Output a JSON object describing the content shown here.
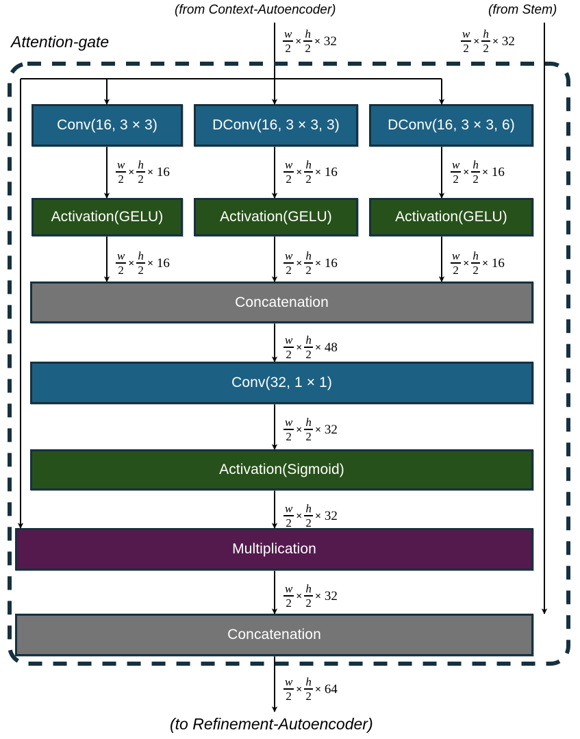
{
  "diagram": {
    "title": "Attention-gate",
    "inputs": [
      {
        "label": "(from Context-Autoencoder)"
      },
      {
        "label": "(from Stem)"
      }
    ],
    "output": {
      "label": "(to Refinement-Autoencoder)"
    },
    "colors": {
      "blue": "#1c6183",
      "green": "#27511a",
      "gray": "#757575",
      "purple": "#541a4d",
      "border": "#16313f",
      "arrow": "#000000"
    },
    "nodes": [
      {
        "id": "conv1",
        "label": "Conv(16, 3 × 3)",
        "color": "blue"
      },
      {
        "id": "dconv3",
        "label": "DConv(16, 3 × 3, 3)",
        "color": "blue"
      },
      {
        "id": "dconv6",
        "label": "DConv(16, 3 × 3, 6)",
        "color": "blue"
      },
      {
        "id": "gelu1",
        "label": "Activation(GELU)",
        "color": "green"
      },
      {
        "id": "gelu2",
        "label": "Activation(GELU)",
        "color": "green"
      },
      {
        "id": "gelu3",
        "label": "Activation(GELU)",
        "color": "green"
      },
      {
        "id": "concat1",
        "label": "Concatenation",
        "color": "gray"
      },
      {
        "id": "conv2",
        "label": "Conv(32, 1 × 1)",
        "color": "blue"
      },
      {
        "id": "sigmoid",
        "label": "Activation(Sigmoid)",
        "color": "green"
      },
      {
        "id": "mul",
        "label": "Multiplication",
        "color": "purple"
      },
      {
        "id": "concat2",
        "label": "Concatenation",
        "color": "gray"
      }
    ],
    "tensors": {
      "in_context": {
        "num1": "w",
        "den1": "2",
        "num2": "h",
        "den2": "2",
        "channels": "32"
      },
      "in_stem": {
        "num1": "w",
        "den1": "2",
        "num2": "h",
        "den2": "2",
        "channels": "32"
      },
      "conv1_out": {
        "num1": "w",
        "den1": "2",
        "num2": "h",
        "den2": "2",
        "channels": "16"
      },
      "conv2_out": {
        "num1": "w",
        "den1": "2",
        "num2": "h",
        "den2": "2",
        "channels": "16"
      },
      "conv3_out": {
        "num1": "w",
        "den1": "2",
        "num2": "h",
        "den2": "2",
        "channels": "16"
      },
      "gelu1_out": {
        "num1": "w",
        "den1": "2",
        "num2": "h",
        "den2": "2",
        "channels": "16"
      },
      "gelu2_out": {
        "num1": "w",
        "den1": "2",
        "num2": "h",
        "den2": "2",
        "channels": "16"
      },
      "gelu3_out": {
        "num1": "w",
        "den1": "2",
        "num2": "h",
        "den2": "2",
        "channels": "16"
      },
      "concat1_out": {
        "num1": "w",
        "den1": "2",
        "num2": "h",
        "den2": "2",
        "channels": "48"
      },
      "conv1x1_out": {
        "num1": "w",
        "den1": "2",
        "num2": "h",
        "den2": "2",
        "channels": "32"
      },
      "sigmoid_out": {
        "num1": "w",
        "den1": "2",
        "num2": "h",
        "den2": "2",
        "channels": "32"
      },
      "mul_out": {
        "num1": "w",
        "den1": "2",
        "num2": "h",
        "den2": "2",
        "channels": "32"
      },
      "final_out": {
        "num1": "w",
        "den1": "2",
        "num2": "h",
        "den2": "2",
        "channels": "64"
      }
    }
  }
}
